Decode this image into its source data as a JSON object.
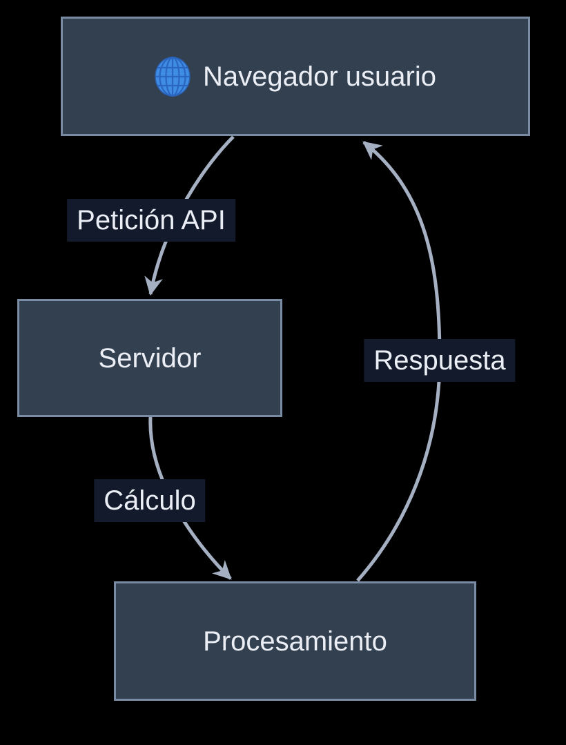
{
  "diagram": {
    "type": "flowchart",
    "direction": "top-down",
    "nodes": [
      {
        "id": "navegador",
        "label": "Navegador usuario",
        "icon": "globe-icon"
      },
      {
        "id": "servidor",
        "label": "Servidor"
      },
      {
        "id": "procesamiento",
        "label": "Procesamiento"
      }
    ],
    "edges": [
      {
        "from": "navegador",
        "to": "servidor",
        "label": "Petición API"
      },
      {
        "from": "servidor",
        "to": "procesamiento",
        "label": "Cálculo"
      },
      {
        "from": "procesamiento",
        "to": "navegador",
        "label": "Respuesta"
      }
    ]
  },
  "colors": {
    "background": "#000000",
    "node-fill": "#334050",
    "node-border": "#7a8ba4",
    "edge": "#a6b0c3",
    "label-bg": "#121a2b",
    "text": "#ebeef4",
    "globe-blue": "#3f8ce4",
    "globe-grid": "#2a66bf",
    "globe-rim": "#2b5fae"
  }
}
